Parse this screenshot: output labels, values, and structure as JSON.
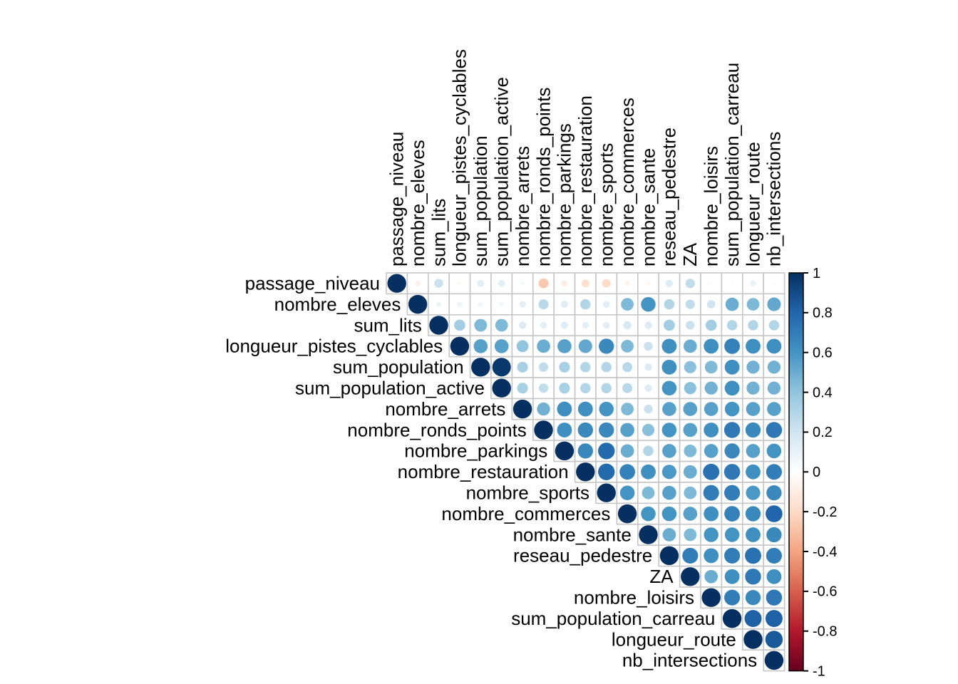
{
  "chart_data": {
    "type": "heatmap",
    "subtype": "correlation-matrix-circles",
    "title": "",
    "triangle": "upper",
    "diagonal_shown": true,
    "grid": true,
    "legend_position": "right",
    "value_range": [
      -1,
      1
    ],
    "background_color": "#ffffff",
    "grid_color": "#c6c6c6",
    "label_color": "#000000",
    "variables": [
      "passage_niveau",
      "nombre_eleves",
      "sum_lits",
      "longueur_pistes_cyclables",
      "sum_population",
      "sum_population_active",
      "nombre_arrets",
      "nombre_ronds_points",
      "nombre_parkings",
      "nombre_restauration",
      "nombre_sports",
      "nombre_commerces",
      "nombre_sante",
      "reseau_pedestre",
      "ZA",
      "nombre_loisirs",
      "sum_population_carreau",
      "longueur_route",
      "nb_intersections"
    ],
    "matrix_upper": [
      [
        1.0,
        -0.08,
        0.22,
        -0.04,
        0.13,
        0.13,
        0.05,
        -0.27,
        -0.1,
        -0.17,
        -0.2,
        -0.07,
        -0.05,
        0.15,
        0.25,
        -0.03,
        -0.02,
        0.1,
        0.02
      ],
      [
        1.0,
        0.08,
        0.08,
        0.07,
        0.06,
        0.12,
        0.28,
        0.14,
        0.3,
        0.13,
        0.45,
        0.6,
        0.3,
        0.25,
        0.2,
        0.5,
        0.45,
        0.52
      ],
      [
        1.0,
        0.35,
        0.45,
        0.45,
        0.15,
        0.12,
        0.15,
        0.12,
        0.13,
        0.18,
        0.15,
        0.35,
        0.22,
        0.35,
        0.3,
        0.3,
        0.3
      ],
      [
        1.0,
        0.55,
        0.55,
        0.4,
        0.5,
        0.55,
        0.52,
        0.65,
        0.45,
        0.22,
        0.62,
        0.5,
        0.62,
        0.68,
        0.62,
        0.62
      ],
      [
        1.0,
        0.97,
        0.33,
        0.25,
        0.33,
        0.3,
        0.3,
        0.28,
        0.15,
        0.62,
        0.42,
        0.45,
        0.62,
        0.48,
        0.48
      ],
      [
        1.0,
        0.33,
        0.25,
        0.33,
        0.3,
        0.3,
        0.28,
        0.15,
        0.6,
        0.42,
        0.48,
        0.62,
        0.48,
        0.48
      ],
      [
        1.0,
        0.48,
        0.62,
        0.62,
        0.6,
        0.45,
        0.22,
        0.55,
        0.55,
        0.55,
        0.6,
        0.55,
        0.55
      ],
      [
        1.0,
        0.62,
        0.65,
        0.65,
        0.55,
        0.42,
        0.6,
        0.55,
        0.62,
        0.72,
        0.65,
        0.72
      ],
      [
        1.0,
        0.65,
        0.78,
        0.5,
        0.3,
        0.55,
        0.45,
        0.55,
        0.65,
        0.55,
        0.6
      ],
      [
        1.0,
        0.78,
        0.68,
        0.62,
        0.58,
        0.5,
        0.75,
        0.72,
        0.62,
        0.7
      ],
      [
        1.0,
        0.6,
        0.45,
        0.55,
        0.45,
        0.7,
        0.7,
        0.58,
        0.65
      ],
      [
        1.0,
        0.6,
        0.6,
        0.55,
        0.62,
        0.68,
        0.65,
        0.8
      ],
      [
        1.0,
        0.5,
        0.45,
        0.6,
        0.6,
        0.62,
        0.65
      ],
      [
        1.0,
        0.7,
        0.62,
        0.7,
        0.75,
        0.7
      ],
      [
        1.0,
        0.5,
        0.62,
        0.72,
        0.62
      ],
      [
        1.0,
        0.7,
        0.65,
        0.72
      ],
      [
        1.0,
        0.82,
        0.82
      ],
      [
        1.0,
        0.85
      ],
      [
        1.0
      ]
    ],
    "colorbar": {
      "tick_labels": [
        "1",
        "0.8",
        "0.6",
        "0.4",
        "0.2",
        "0",
        "-0.2",
        "-0.4",
        "-0.6",
        "-0.8",
        "-1"
      ],
      "tick_values": [
        1,
        0.8,
        0.6,
        0.4,
        0.2,
        0,
        -0.2,
        -0.4,
        -0.6,
        -0.8,
        -1
      ],
      "border_color": "#000000",
      "palette_anchors": [
        {
          "v": -1.0,
          "color": "#67001F"
        },
        {
          "v": -0.8,
          "color": "#B2182B"
        },
        {
          "v": -0.6,
          "color": "#D6604D"
        },
        {
          "v": -0.4,
          "color": "#F4A582"
        },
        {
          "v": -0.2,
          "color": "#FDDBC7"
        },
        {
          "v": 0.0,
          "color": "#FFFFFF"
        },
        {
          "v": 0.2,
          "color": "#D1E5F0"
        },
        {
          "v": 0.4,
          "color": "#92C5DE"
        },
        {
          "v": 0.6,
          "color": "#4393C3"
        },
        {
          "v": 0.8,
          "color": "#2166AC"
        },
        {
          "v": 1.0,
          "color": "#053061"
        }
      ]
    }
  }
}
